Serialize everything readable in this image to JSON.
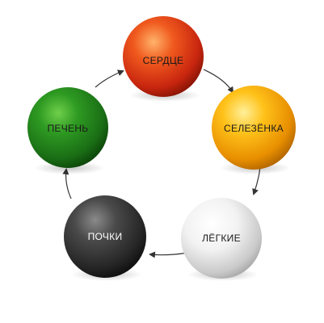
{
  "organs": [
    {
      "id": "heart",
      "label": "СЕРДЦЕ",
      "color": "#e8401a",
      "label_color": "#1a1a1a"
    },
    {
      "id": "spleen",
      "label": "СЕЛЕЗЁНКА",
      "color": "#f7a600",
      "label_color": "#1a1a1a"
    },
    {
      "id": "lungs",
      "label": "ЛЁГКИЕ",
      "color": "#e6e6e6",
      "label_color": "#1a1a1a"
    },
    {
      "id": "kidneys",
      "label": "ПОЧКИ",
      "color": "#3a3a3a",
      "label_color": "#ffffff"
    },
    {
      "id": "liver",
      "label": "ПЕЧЕНЬ",
      "color": "#1f7a1f",
      "label_color": "#1a1a1a"
    }
  ]
}
